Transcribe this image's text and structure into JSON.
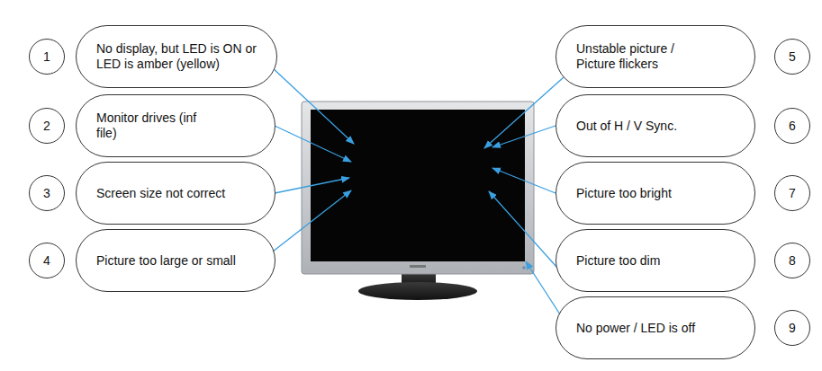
{
  "diagram": {
    "nodes": [
      {
        "text": [
          "1"
        ]
      },
      {
        "text": [
          "No display, but LED is ON or LED is amber (yellow)"
        ]
      },
      {
        "text": [
          "2"
        ]
      },
      {
        "text": [
          "Monitor drives (inf file)"
        ]
      },
      {
        "text": [
          "3"
        ]
      },
      {
        "text": [
          "Screen size not correct"
        ]
      },
      {
        "text": [
          "4"
        ]
      },
      {
        "text": [
          "Picture too large or small"
        ]
      },
      {
        "text": [
          "Unstable picture / Picture flickers"
        ]
      },
      {
        "text": [
          "5"
        ]
      },
      {
        "text": [
          "Out of H / V Sync."
        ]
      },
      {
        "text": [
          "6"
        ]
      },
      {
        "text": [
          "Picture too bright"
        ]
      },
      {
        "text": [
          "7"
        ]
      },
      {
        "text": [
          "Picture too dim"
        ]
      },
      {
        "text": [
          "8"
        ]
      },
      {
        "text": [
          "No power / LED is off"
        ]
      },
      {
        "text": [
          "9"
        ]
      }
    ]
  }
}
